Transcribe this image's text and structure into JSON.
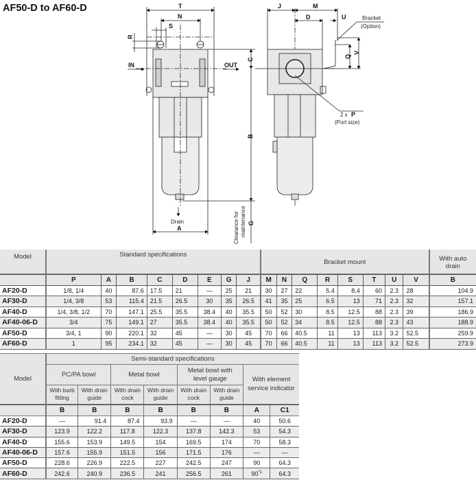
{
  "title": "AF50-D to AF60-D",
  "drawing": {
    "front_view": {
      "dimension_labels": [
        "T",
        "N",
        "S",
        "R",
        "C",
        "B",
        "A",
        "G"
      ],
      "in_label": "IN",
      "out_label": "OUT",
      "drain_label": "Drain",
      "clearance_label_line1": "Clearance for",
      "clearance_label_line2": "maintenance"
    },
    "side_view": {
      "dimension_labels": [
        "J",
        "M",
        "D",
        "U",
        "Q",
        "V"
      ],
      "bracket_label_line1": "Bracket",
      "bracket_label_line2": "(Option)",
      "port_label_prefix": "2 x ",
      "port_label_letter": "P",
      "port_label_line2": "(Port size)"
    }
  },
  "standard_table": {
    "model_header": "Model",
    "group_standard": "Standard specifications",
    "group_bracket": "Bracket mount",
    "group_auto_drain_line1": "With auto",
    "group_auto_drain_line2": "drain",
    "columns": [
      "P",
      "A",
      "B",
      "C",
      "D",
      "E",
      "G",
      "J",
      "M",
      "N",
      "Q",
      "R",
      "S",
      "T",
      "U",
      "V",
      "B"
    ],
    "rows": [
      {
        "model": "AF20-D",
        "values": [
          "1/8, 1/4",
          "40",
          "87.6",
          "17.5",
          "21",
          "—",
          "25",
          "21",
          "30",
          "27",
          "22",
          "5.4",
          "8.4",
          "60",
          "2.3",
          "28",
          "104.9"
        ]
      },
      {
        "model": "AF30-D",
        "values": [
          "1/4, 3/8",
          "53",
          "115.4",
          "21.5",
          "26.5",
          "30",
          "35",
          "26.5",
          "41",
          "35",
          "25",
          "6.5",
          "13",
          "71",
          "2.3",
          "32",
          "157.1"
        ]
      },
      {
        "model": "AF40-D",
        "values": [
          "1/4, 3/8, 1/2",
          "70",
          "147.1",
          "25.5",
          "35.5",
          "38.4",
          "40",
          "35.5",
          "50",
          "52",
          "30",
          "8.5",
          "12.5",
          "88",
          "2.3",
          "39",
          "186.9"
        ]
      },
      {
        "model": "AF40-06-D",
        "values": [
          "3/4",
          "75",
          "149.1",
          "27",
          "35.5",
          "38.4",
          "40",
          "35.5",
          "50",
          "52",
          "34",
          "8.5",
          "12.5",
          "88",
          "2.3",
          "43",
          "188.9"
        ]
      },
      {
        "model": "AF50-D",
        "values": [
          "3/4, 1",
          "90",
          "220.1",
          "32",
          "45",
          "—",
          "30",
          "45",
          "70",
          "66",
          "40.5",
          "11",
          "13",
          "113",
          "3.2",
          "52.5",
          "259.9"
        ]
      },
      {
        "model": "AF60-D",
        "values": [
          "1",
          "95",
          "234.1",
          "32",
          "45",
          "—",
          "30",
          "45",
          "70",
          "66",
          "40.5",
          "11",
          "13",
          "113",
          "3.2",
          "52.5",
          "273.9"
        ]
      }
    ]
  },
  "semi_table": {
    "model_header": "Model",
    "group_semi": "Semi-standard specifications",
    "group_pcpa": "PC/PA bowl",
    "group_metal": "Metal bowl",
    "group_metal_gauge_line1": "Metal bowl with",
    "group_metal_gauge_line2": "level gauge",
    "group_indicator_line1": "With element",
    "group_indicator_line2": "service indicator",
    "sub_headers": [
      {
        "line1": "With barb",
        "line2": "fitting"
      },
      {
        "line1": "With drain",
        "line2": "guide"
      },
      {
        "line1": "With drain",
        "line2": "cock"
      },
      {
        "line1": "With drain",
        "line2": "guide"
      },
      {
        "line1": "With drain",
        "line2": "cock"
      },
      {
        "line1": "With drain",
        "line2": "guide"
      }
    ],
    "columns": [
      "B",
      "B",
      "B",
      "B",
      "B",
      "B",
      "A",
      "C1"
    ],
    "rows": [
      {
        "model": "AF20-D",
        "values": [
          "—",
          "91.4",
          "87.4",
          "93.9",
          "—",
          "—",
          "40",
          "50.6"
        ]
      },
      {
        "model": "AF30-D",
        "values": [
          "123.9",
          "122.2",
          "117.8",
          "122.3",
          "137.8",
          "142.3",
          "53",
          "54.3"
        ]
      },
      {
        "model": "AF40-D",
        "values": [
          "155.6",
          "153.9",
          "149.5",
          "154",
          "169.5",
          "174",
          "70",
          "58.3"
        ]
      },
      {
        "model": "AF40-06-D",
        "values": [
          "157.6",
          "155.9",
          "151.5",
          "156",
          "171.5",
          "176",
          "—",
          "—"
        ]
      },
      {
        "model": "AF50-D",
        "values": [
          "228.6",
          "226.9",
          "222.5",
          "227",
          "242.5",
          "247",
          "90",
          "64.3"
        ]
      },
      {
        "model": "AF60-D",
        "values": [
          "242.6",
          "240.9",
          "236.5",
          "241",
          "256.5",
          "261",
          "90",
          "64.3"
        ]
      }
    ],
    "footnote_mark": "*1"
  }
}
